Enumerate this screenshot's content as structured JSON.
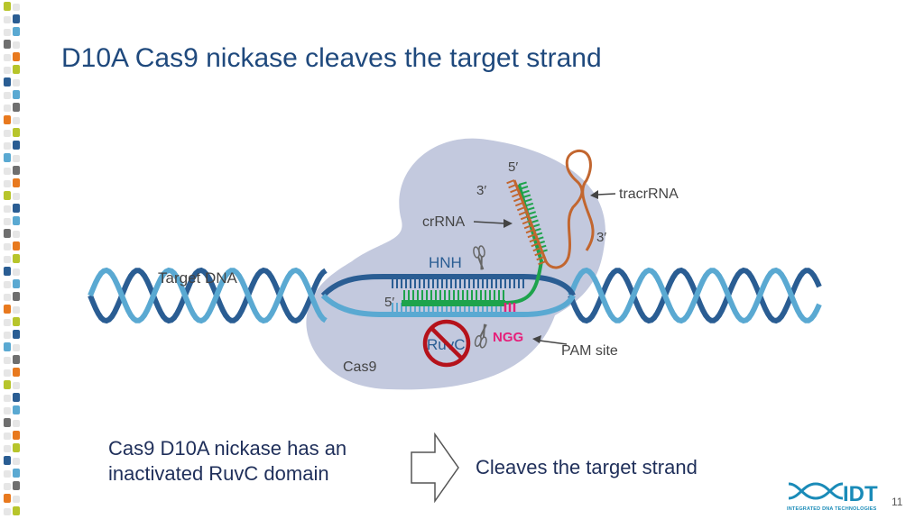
{
  "slide": {
    "title": "D10A Cas9 nickase cleaves the target strand",
    "page_number": "11"
  },
  "diagram": {
    "labels": {
      "target_dna": "Target DNA",
      "hnh": "HNH",
      "ruvc": "RuvC",
      "cas9": "Cas9",
      "crrna": "crRNA",
      "tracrrna": "tracrRNA",
      "pam_site": "PAM site",
      "ngg": "NGG",
      "five_prime_top": "5′",
      "three_prime_top": "3′",
      "three_prime_right": "3′",
      "five_prime_guide": "5′"
    },
    "colors": {
      "protein": "#c3c9de",
      "dna_dark": "#2a5d93",
      "dna_light": "#5aa9d2",
      "crrna": "#1ea34c",
      "tracrrna": "#c2662f",
      "pam": "#e6207a",
      "prohibited": "#b5121b",
      "label": "#444444"
    },
    "icons": [
      "scissors-icon",
      "prohibited-icon"
    ]
  },
  "captions": {
    "left_line1": "Cas9 D10A nickase has an",
    "left_line2": "inactivated RuvC domain",
    "right": "Cleaves the target strand"
  },
  "logo": {
    "text": "IDT",
    "tagline": "INTEGRATED DNA TECHNOLOGIES"
  },
  "left_strip": {
    "colors": [
      "#2a5d93",
      "#e8791e",
      "#5aa9d2",
      "#b7c52b",
      "#6f6f6f"
    ]
  }
}
